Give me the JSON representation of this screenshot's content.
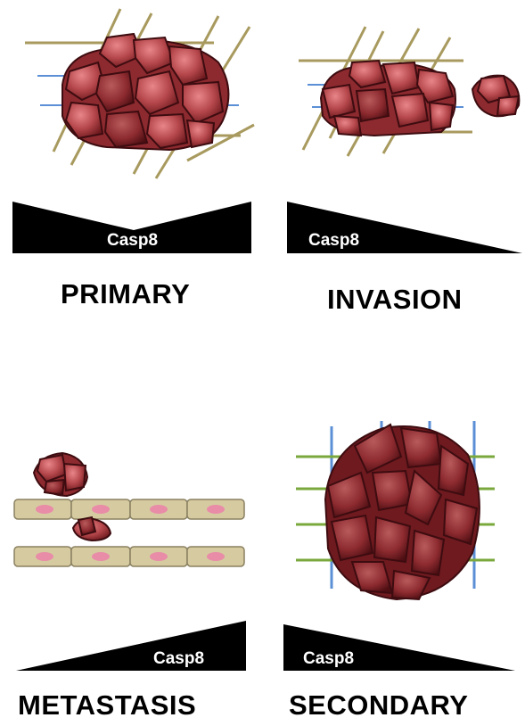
{
  "panels": [
    {
      "id": "primary",
      "label": "PRIMARY",
      "marker": "Casp8",
      "expression_profile": "high-low-high"
    },
    {
      "id": "invasion",
      "label": "INVASION",
      "marker": "Casp8",
      "expression_profile": "decreasing"
    },
    {
      "id": "metastasis",
      "label": "METASTASIS",
      "marker": "Casp8",
      "expression_profile": "increasing"
    },
    {
      "id": "secondary",
      "label": "SECONDARY",
      "marker": "Casp8",
      "expression_profile": "decreasing"
    }
  ],
  "colors": {
    "tumor_cell": "#b5474b",
    "tumor_cell_dark": "#7a1f24",
    "tumor_highlight": "#e8868a",
    "stroma_fiber": "#a89a5e",
    "blue_fiber": "#5b8fd6",
    "green_fiber": "#7aa83c",
    "endothelial_cell": "#d6cba0",
    "endothelial_nucleus": "#e88ca8",
    "wedge": "#000000"
  }
}
